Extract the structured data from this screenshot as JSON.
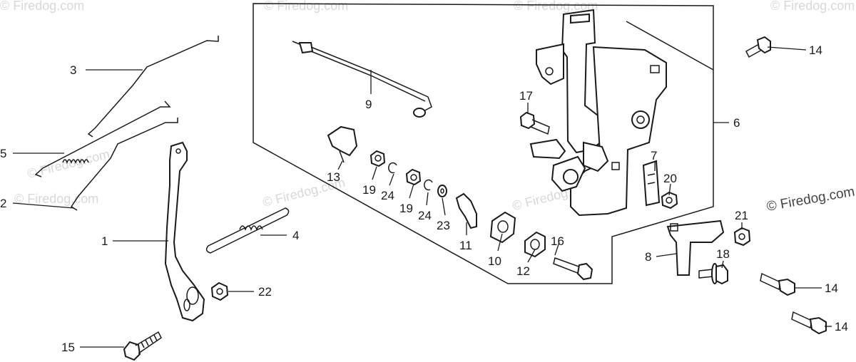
{
  "watermark": "© Firedog.com",
  "copyright": "© Firedog.com",
  "callouts": [
    {
      "id": "c3",
      "label": "3"
    },
    {
      "id": "c5",
      "label": "5"
    },
    {
      "id": "c2",
      "label": "2"
    },
    {
      "id": "c1",
      "label": "1"
    },
    {
      "id": "c4",
      "label": "4"
    },
    {
      "id": "c22",
      "label": "22"
    },
    {
      "id": "c15",
      "label": "15"
    },
    {
      "id": "c9",
      "label": "9"
    },
    {
      "id": "c13",
      "label": "13"
    },
    {
      "id": "c19a",
      "label": "19"
    },
    {
      "id": "c24a",
      "label": "24"
    },
    {
      "id": "c19b",
      "label": "19"
    },
    {
      "id": "c24b",
      "label": "24"
    },
    {
      "id": "c23",
      "label": "23"
    },
    {
      "id": "c11",
      "label": "11"
    },
    {
      "id": "c10",
      "label": "10"
    },
    {
      "id": "c12",
      "label": "12"
    },
    {
      "id": "c16",
      "label": "16"
    },
    {
      "id": "c17",
      "label": "17"
    },
    {
      "id": "c7",
      "label": "7"
    },
    {
      "id": "c20",
      "label": "20"
    },
    {
      "id": "c6",
      "label": "6"
    },
    {
      "id": "c14a",
      "label": "14"
    },
    {
      "id": "c21",
      "label": "21"
    },
    {
      "id": "c8",
      "label": "8"
    },
    {
      "id": "c18",
      "label": "18"
    },
    {
      "id": "c14b",
      "label": "14"
    },
    {
      "id": "c14c",
      "label": "14"
    }
  ]
}
